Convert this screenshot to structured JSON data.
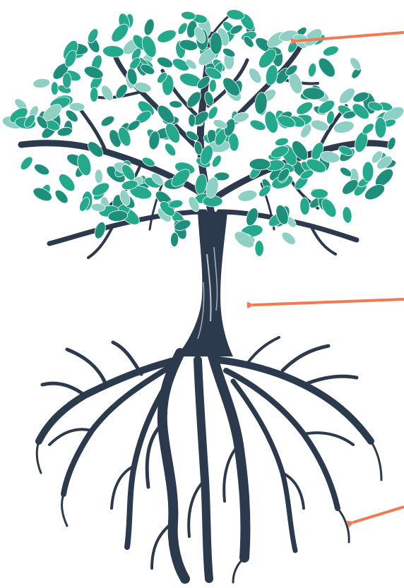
{
  "diagram": {
    "subject": "tree-with-roots",
    "parts": [
      {
        "key": "canopy",
        "icon": "leaves-icon"
      },
      {
        "key": "trunk",
        "icon": "trunk-icon"
      },
      {
        "key": "roots",
        "icon": "roots-icon"
      }
    ],
    "pointer_count": 3
  },
  "colors": {
    "background": "#ffffff",
    "trunk": "#2c3a4d",
    "leaf_dark": "#1e8f7a",
    "leaf_mid": "#24a98d",
    "leaf_light": "#8fd0c4",
    "arrow": "#f07a55"
  }
}
